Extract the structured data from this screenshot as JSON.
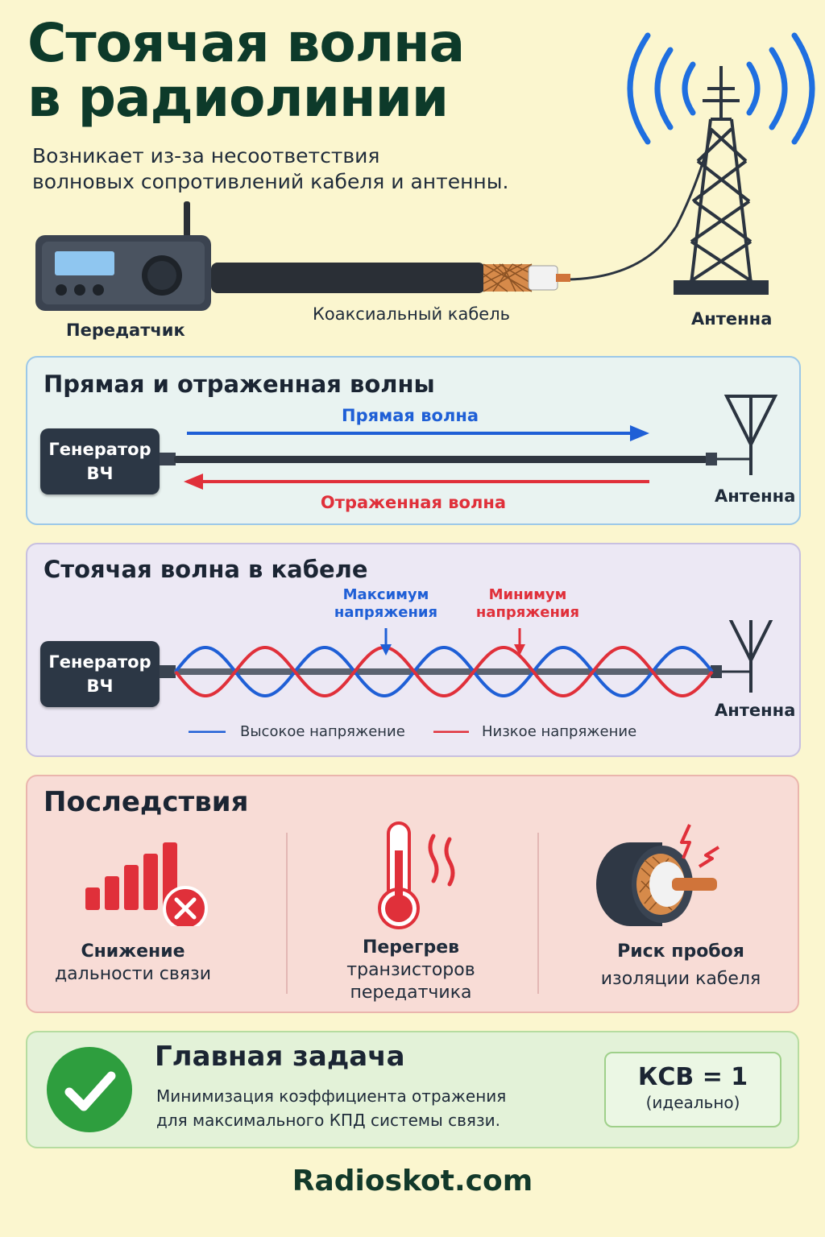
{
  "header": {
    "title_line1": "Стоячая волна",
    "title_line2": "в радиолинии",
    "subtitle_line1": "Возникает из-за несоответствия",
    "subtitle_line2": "волновых сопротивлений кабеля и антенны."
  },
  "hero": {
    "transmitter_label": "Передатчик",
    "cable_label": "Коаксиальный кабель",
    "antenna_label": "Антенна"
  },
  "panel_waves": {
    "title": "Прямая и отраженная волны",
    "generator_line1": "Генератор",
    "generator_line2": "ВЧ",
    "forward_label": "Прямая волна",
    "reflected_label": "Отраженная волна",
    "antenna_label": "Антенна"
  },
  "panel_standing": {
    "title": "Стоячая волна в кабеле",
    "generator_line1": "Генератор",
    "generator_line2": "ВЧ",
    "max_line1": "Максимум",
    "max_line2": "напряжения",
    "min_line1": "Минимум",
    "min_line2": "напряжения",
    "antenna_label": "Антенна",
    "legend_high": "Высокое напряжение",
    "legend_low": "Низкое напряжение"
  },
  "panel_consequences": {
    "title": "Последствия",
    "items": [
      {
        "icon": "signal-bars-error-icon",
        "line1": "Снижение",
        "line2": "дальности связи"
      },
      {
        "icon": "thermometer-icon",
        "line1": "Перегрев",
        "line2": "транзисторов",
        "line3": "передатчика"
      },
      {
        "icon": "cable-spark-icon",
        "line1": "Риск пробоя",
        "line2": "изоляции кабеля"
      }
    ]
  },
  "panel_goal": {
    "title": "Главная задача",
    "text_line1": "Минимизация коэффициента отражения",
    "text_line2": "для максимального КПД системы связи.",
    "ksv_value": "КСВ = 1",
    "ksv_note": "(идеально)"
  },
  "footer": {
    "brand": "Radioskot.com"
  },
  "colors": {
    "background": "#fbf6cf",
    "title": "#0d3a2a",
    "blue_wave": "#1f5fd6",
    "red_wave": "#e0303a",
    "panel_waves_bg": "#e9f3f1",
    "panel_standing_bg": "#ece8f4",
    "panel_consequences_bg": "#f8dcd6",
    "panel_goal_bg": "#e3f2d8"
  }
}
